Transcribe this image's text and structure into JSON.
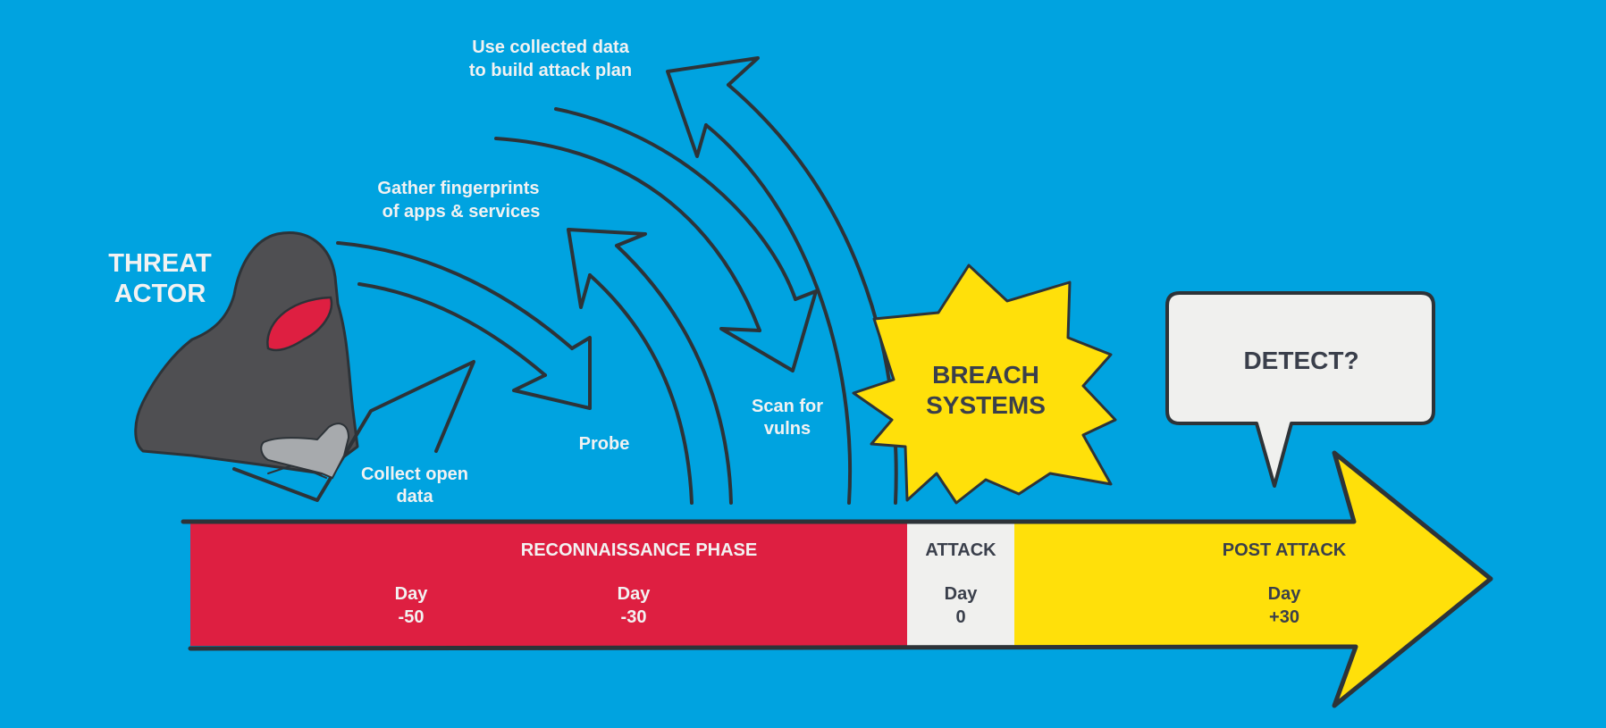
{
  "colors": {
    "background": "#00a3e0",
    "reconnaissance": "#de1f41",
    "attack": "#f0f0ee",
    "post_attack": "#ffe00a",
    "outline": "#2d3338",
    "dark_text": "#3a3f4b",
    "light_text": "#f2f2f2",
    "hood": "#4f4f52",
    "face": "#de1f41",
    "gloves": "#a7aaad"
  },
  "actor": {
    "line1": "THREAT",
    "line2": "ACTOR"
  },
  "steps": [
    {
      "id": "collect",
      "line1": "Collect open",
      "line2": "data"
    },
    {
      "id": "fingerprint",
      "line1": "Gather fingerprints",
      "line2": "of apps & services"
    },
    {
      "id": "probe",
      "line1": "Probe",
      "line2": ""
    },
    {
      "id": "plan",
      "line1": "Use collected data",
      "line2": "to build attack plan"
    },
    {
      "id": "scan",
      "line1": "Scan for",
      "line2": "vulns"
    }
  ],
  "breach": {
    "line1": "BREACH",
    "line2": "SYSTEMS"
  },
  "detect": {
    "label": "DETECT?"
  },
  "timeline": {
    "phases": [
      {
        "id": "recon",
        "label": "RECONNAISSANCE PHASE"
      },
      {
        "id": "attack",
        "label": "ATTACK"
      },
      {
        "id": "post",
        "label": "POST ATTACK"
      }
    ],
    "days": [
      {
        "label": "Day",
        "value": "-50"
      },
      {
        "label": "Day",
        "value": "-30"
      },
      {
        "label": "Day",
        "value": "0"
      },
      {
        "label": "Day",
        "value": "+30"
      }
    ]
  }
}
